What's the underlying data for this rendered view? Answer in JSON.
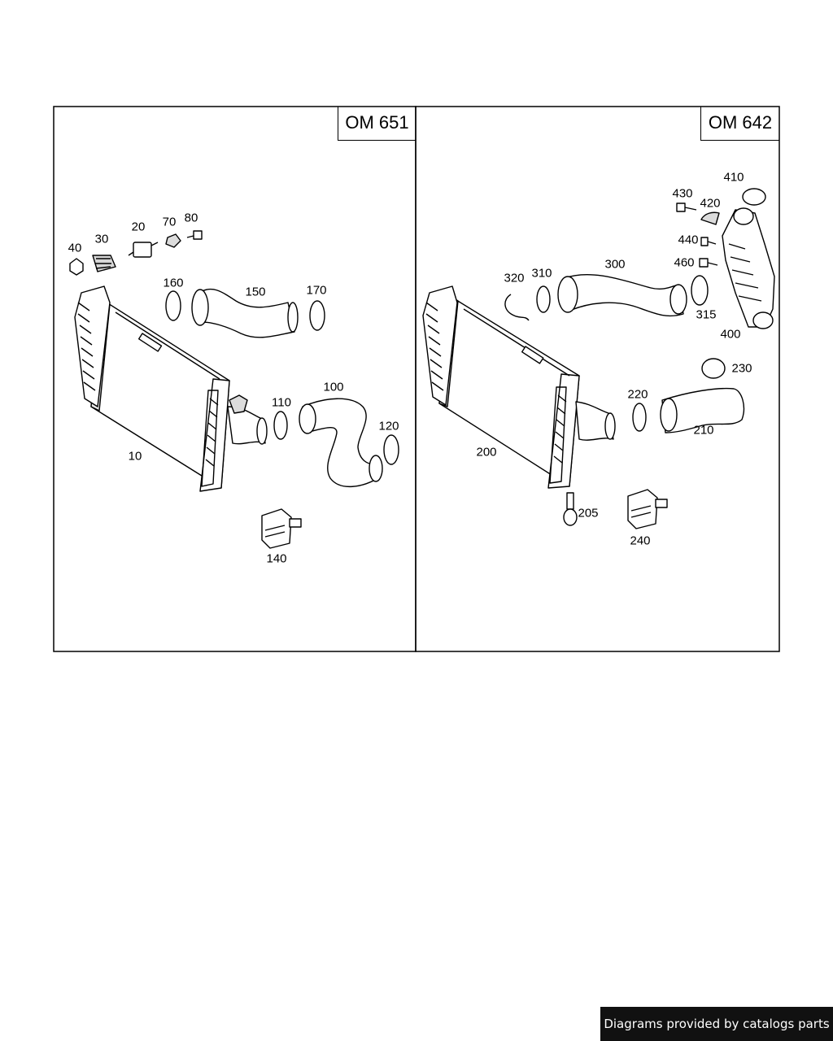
{
  "panels": [
    {
      "engine": "OM 651"
    },
    {
      "engine": "OM 642"
    }
  ],
  "callouts": {
    "p40": "40",
    "p30": "30",
    "p20": "20",
    "p70": "70",
    "p80": "80",
    "p160": "160",
    "p150": "150",
    "p170": "170",
    "p10": "10",
    "p110": "110",
    "p100": "100",
    "p120": "120",
    "p140": "140",
    "p320": "320",
    "p310": "310",
    "p300": "300",
    "p430": "430",
    "p420": "420",
    "p410": "410",
    "p440": "440",
    "p460": "460",
    "p315": "315",
    "p400": "400",
    "p230": "230",
    "p220": "220",
    "p210": "210",
    "p200": "200",
    "p205": "205",
    "p240": "240"
  },
  "footer": "Diagrams provided by catalogs parts"
}
